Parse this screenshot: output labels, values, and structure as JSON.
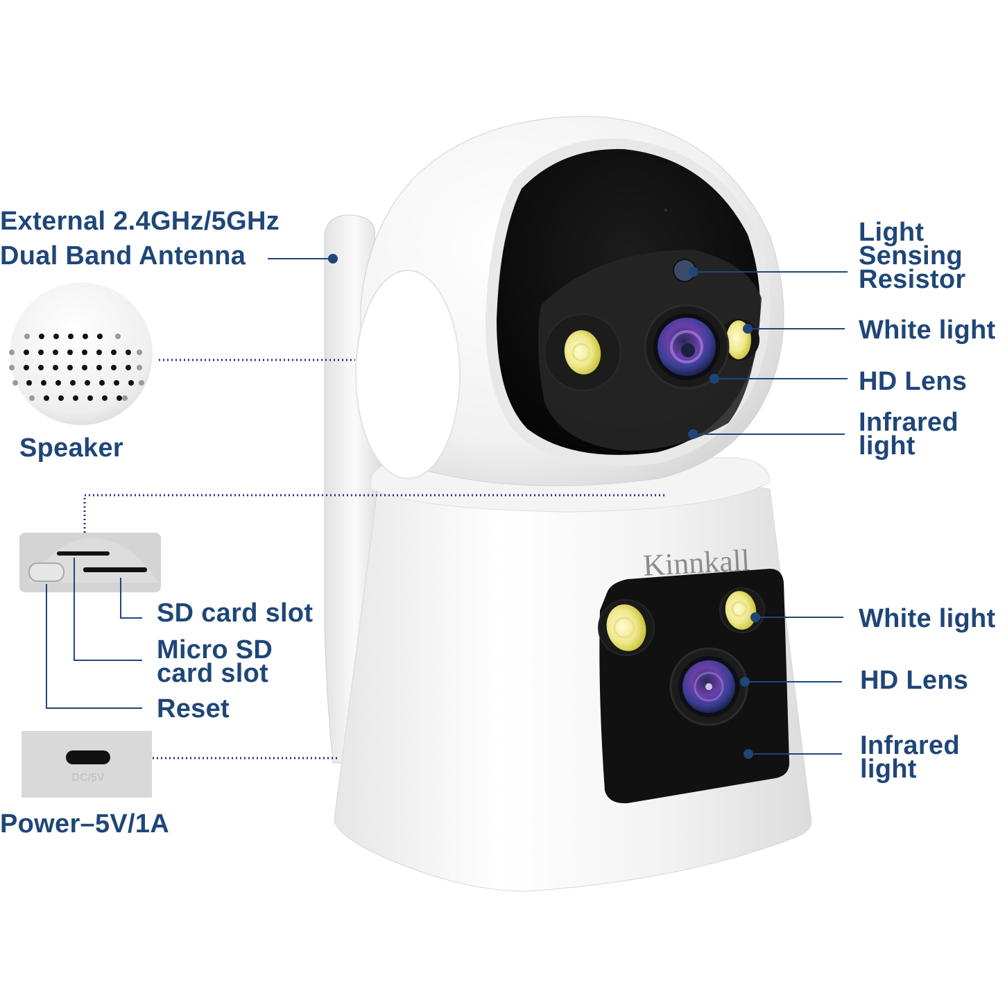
{
  "diagram": {
    "brand": "Kinnkall",
    "text_color": "#1f4678",
    "leader_color": "#1f4678",
    "dotted_color": "#2a2a8a",
    "left_labels": {
      "antenna": [
        "External 2.4GHz/5GHz",
        "Dual Band Antenna"
      ],
      "speaker": "Speaker",
      "sd_card_slot": "SD card slot",
      "micro_sd": [
        "Micro SD",
        "card slot"
      ],
      "reset": "Reset",
      "power": "Power–5V/1A"
    },
    "right_labels_top": {
      "light_sensor": [
        "Light",
        "Sensing",
        "Resistor"
      ],
      "white_light": "White light",
      "hd_lens": "HD Lens",
      "infrared": [
        "Infrared",
        "light"
      ]
    },
    "right_labels_bottom": {
      "white_light": "White light",
      "hd_lens": "HD Lens",
      "infrared": [
        "Infrared",
        "light"
      ]
    },
    "port_marking": "DC/5V"
  }
}
